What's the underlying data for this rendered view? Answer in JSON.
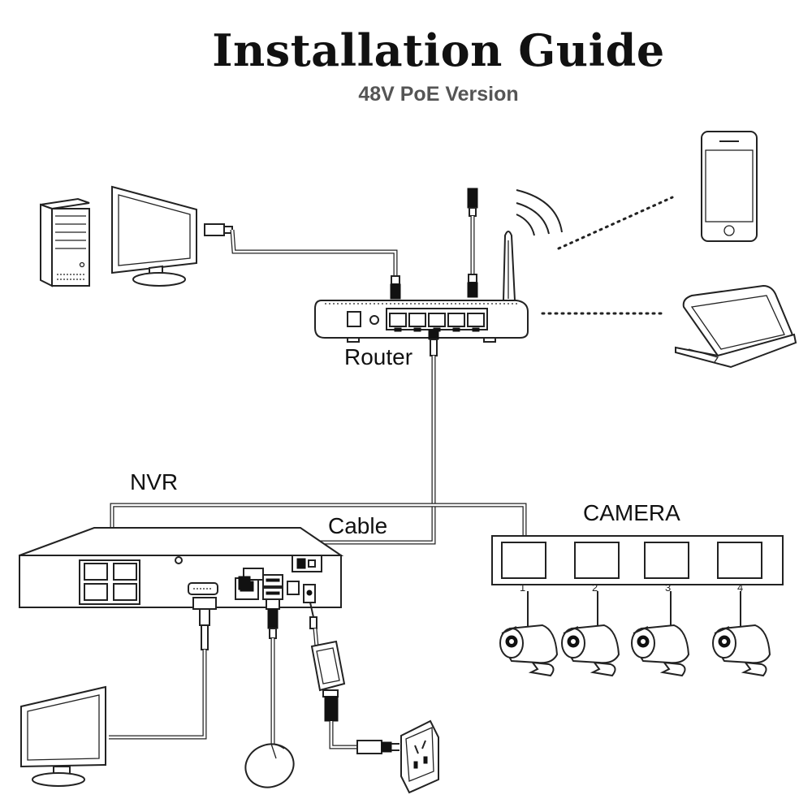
{
  "title": "Installation Guide",
  "subtitle": "48V PoE Version",
  "labels": {
    "router": "Router",
    "nvr": "NVR",
    "cable": "Cable",
    "camera": "CAMERA"
  },
  "camera_ports": [
    "1",
    "2",
    "3",
    "4"
  ],
  "devices": {
    "router": "router-icon",
    "desktop_pc": "desktop-computer-icon",
    "phone": "smartphone-icon",
    "laptop": "laptop-icon",
    "nvr": "nvr-recorder-icon",
    "poe_switch": "poe-switch-icon",
    "monitor": "monitor-icon",
    "mouse": "mouse-icon",
    "power_adapter": "power-adapter-icon",
    "wall_outlet": "wall-outlet-icon",
    "camera": "bullet-camera-icon"
  }
}
